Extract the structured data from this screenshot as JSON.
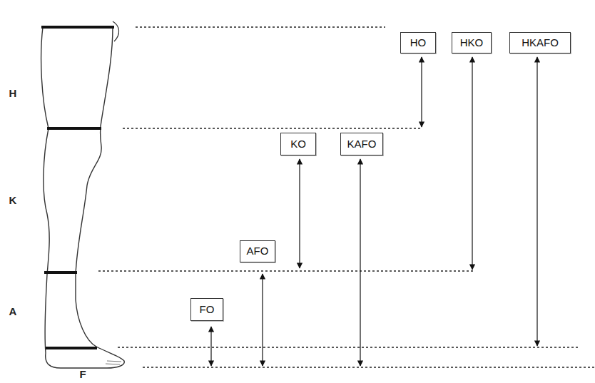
{
  "diagram": {
    "nodes": [
      {
        "text": [
          "HO"
        ]
      },
      {
        "text": [
          "HKO"
        ]
      },
      {
        "text": [
          "HKAFO"
        ]
      },
      {
        "text": [
          "KO"
        ]
      },
      {
        "text": [
          "KAFO"
        ]
      },
      {
        "text": [
          "AFO"
        ]
      },
      {
        "text": [
          "FO"
        ]
      }
    ],
    "labels": [
      "H",
      "K",
      "A",
      "F"
    ]
  }
}
